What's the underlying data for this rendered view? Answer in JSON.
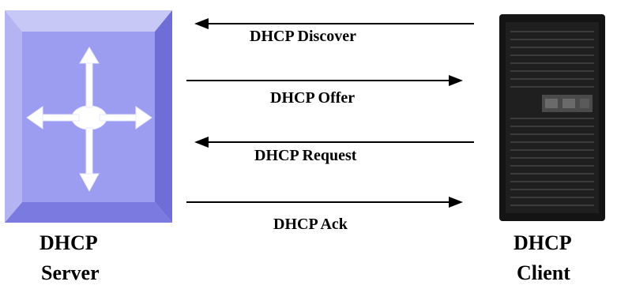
{
  "server": {
    "label_line1": "DHCP",
    "label_line2": "Server",
    "icon": "switch-router-icon",
    "colors": {
      "face": "#9c9cf0",
      "bevel_light": "#c8c8f7",
      "bevel_dark": "#6e6ed6",
      "arrows": "#ffffff"
    }
  },
  "client": {
    "label_line1": "DHCP",
    "label_line2": "Client",
    "icon": "tower-server-icon",
    "colors": {
      "case": "#1b1b1b",
      "vents": "#3a3a3a"
    }
  },
  "messages": [
    {
      "label": "DHCP Discover",
      "direction": "left"
    },
    {
      "label": "DHCP Offer",
      "direction": "right"
    },
    {
      "label": "DHCP Request",
      "direction": "left"
    },
    {
      "label": "DHCP Ack",
      "direction": "right"
    }
  ]
}
